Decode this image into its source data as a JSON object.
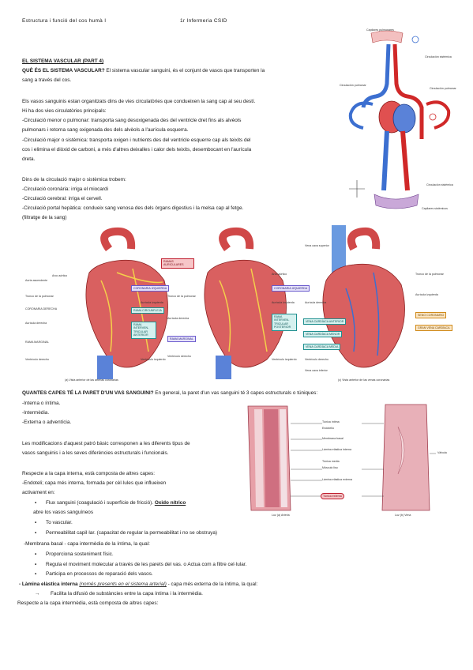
{
  "header": {
    "left": "Estructura i funció del cos humà I",
    "right": "1r Infermeria CSID"
  },
  "title": "EL SISTEMA VASCULAR (PART 4)",
  "q1_bold": "QUÈ ÉS EL SISTEMA VASCULAR?",
  "q1_rest": " El sistema vascular sanguini,  és el conjunt de vasos que transporten la",
  "q1_line2": "sang a través del cos.",
  "p1_line1": "Els vasos sanguinis estan organitzats dins de vies circulatòries que condueixen la sang cap al seu destí.",
  "p1_line2": "Hi ha dos vies circulatòries principals:",
  "p1_line3": "-Circulació menor o pulmonar: transporta sang desoxigenada des del ventricle dret fins als alvèols",
  "p1_line4": "pulmonars i retorna sang oxigenada des dels alvèols a l'aurícula esquerra.",
  "p1_line5": "-Circulació major o sistèmica: transporta oxigen i nutrients des del ventricle esquerre cap als teixits del",
  "p1_line6": "cos i elimina el diòxid de carboni, a més d'altres deixalles i calor dels teixits, desembocant en l'aurícula",
  "p1_line7": "dreta.",
  "p2_line1": "Dins de la circulació major o sistèmica trobem:",
  "p2_line2": "-Circulació coronària: irriga el miocardi",
  "p2_line3": "-Circulació cerebral: irriga el cervell.",
  "p2_line4": "-Circulació portal hepàtica: condueix sang venosa des dels òrgans digestius i la  melsa cap al fetge.",
  "p2_line5": "(filtratge de la sang)",
  "q2_bold": "QUANTES CAPES TÉ LA PARET D'UN VAS SANGUINI?",
  "q2_rest": " En general, la paret d'un vas sanguini té 3 capes estructurals o túniques:",
  "layers": [
    "-Interna o íntima.",
    "-Intermèdia.",
    "-Externa o adventícia."
  ],
  "p3_line1": "Les modificacions d'aquest patró bàsic corresponen a les diferents tipus de",
  "p3_line2": "vasos sanguinis i a les seves diferències estructurals i funcionals.",
  "p4_line1": "Respecte a la capa interna, està composta de altres capes:",
  "p4_line2": "-Endoteli; capa més interna, formada per cèl·lules que influeixen",
  "p4_line3": "activament en:",
  "endo_1a": "Flux sanguini (coagulació i superfície de fricció). ",
  "endo_1b": "Oxido nítrico",
  "endo_1c": "abre los vasos sanguíneos",
  "endo_2": "To vascular.",
  "endo_3": "Permeabilitat capil·lar. (capacitat de regular la permeabilitat i no se obstruya)",
  "p5_line1": "-Membrana basal - capa intermèdia de la íntima, la qual:",
  "memb_1": "Proporciona sosteniment físic.",
  "memb_2": "Regula el moviment molecular a través de les parets del vas. o Actua com a filtre cel·lular.",
  "memb_3": "Participa en processos de reparació dels vasos.",
  "p6_a": "- Làmina elàstica interna ",
  "p6_b": "(només presents en el sistema arterial)",
  "p6_c": " - capa més externa de la íntima, la qual:",
  "arrow": "→",
  "p6_line2": "Facilita la difusió de substàncies entre la capa íntima i la intermèdia.",
  "p7": "Respecte a la capa intermèdia, està composta de altres capes:",
  "fig_circ": {
    "labels": [
      "Circulación sistémica",
      "Circulación pulmonar",
      "Circulación pulmonar",
      "Circulación sistémica",
      "Capilares sistémicos",
      "Capilares pulmonares"
    ]
  },
  "fig_hearts": {
    "h1": [
      "Arco aórtico",
      "Aorta ascendente",
      "Tronco de la pulmonar",
      "CORONARIA DERECHA",
      "Aurícula derecha",
      "RAMA MARGINAL",
      "Ventrículo derecho"
    ],
    "h1_boxes": [
      "CORONARIA IZQUIERDA",
      "RAMA CIRCUNFLEJA",
      "RAMA INTERVEN-TRICULAR ANTERIOR"
    ],
    "h1_right": [
      "Aurícula izquierda",
      "Ventrículo izquierdo"
    ],
    "caption_a": "(a) Vista anterior de las arterias coronarias",
    "h2_top_box": "RAMAS AURICULARES",
    "h2": [
      "Arco aórtico",
      "Tronco de la pulmonar",
      "Aurícula izquierda",
      "Aurícula derecha",
      "Ventrículo derecho",
      "Ventrículo izquierdo"
    ],
    "h2_boxes": [
      "CORONARIA IZQUIERDA",
      "RAMA INTERVEN-TRICULAR POSTERIOR",
      "RAMA MARGINAL"
    ],
    "h3": [
      "Vena cava superior",
      "Tronco de la pulmonar",
      "Aurícula izquierda",
      "Aurícula derecha",
      "Ventrículo derecho",
      "Vena cava inferior"
    ],
    "h3_boxes_teal": [
      "VENA CARDÍACA ANTERIOR",
      "VENA CARDÍACA MENOR",
      "VENA CARDÍACA MEDIA"
    ],
    "h3_boxes_or": [
      "SENO CORONARIO",
      "GRAN VENA CARDÍACA"
    ],
    "caption_c": "(c) Vista anterior de las venas coronarias"
  },
  "fig_vessel": {
    "labels": [
      "Túnica íntima",
      "Endotelio",
      "Membrana basal",
      "Lámina elástica interna",
      "Túnica media",
      "Músculo liso",
      "Lámina elástica externa"
    ],
    "box": "Túnica externa",
    "right": "Válvula",
    "cap_a": "Luz (a) Arteria",
    "cap_b": "Luz (b) Vena"
  }
}
